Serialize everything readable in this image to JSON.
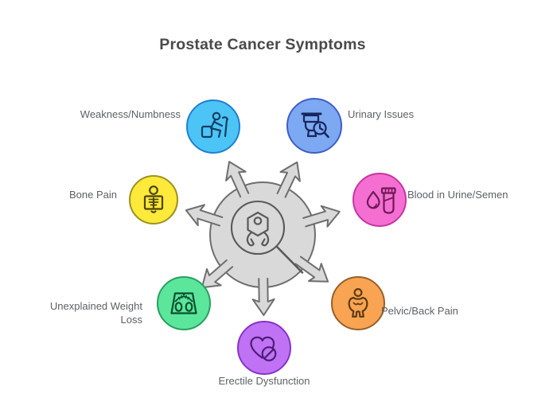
{
  "title": "Prostate Cancer Symptoms",
  "colors": {
    "background": "#ffffff",
    "title_color": "#4a4a4a",
    "label_color": "#5d6166",
    "hub_fill": "#d9d9d9",
    "hub_stroke": "#6e6e6e",
    "hub_icon_stroke": "#58595b"
  },
  "hub": {
    "icon": "magnifier-prostate-icon",
    "arrow_count": 7
  },
  "symptoms": [
    {
      "label": "Weakness/Numbness",
      "icon": "person-sitting-cane-icon",
      "fill": "#4cc4f5",
      "stroke": "#1f7fd0",
      "ink": "#123f63"
    },
    {
      "label": "Urinary Issues",
      "icon": "toilet-magnifier-icon",
      "fill": "#7da8f2",
      "stroke": "#3f5ec6",
      "ink": "#15265c"
    },
    {
      "label": "Bone Pain",
      "icon": "skeleton-xray-icon",
      "fill": "#ffe93a",
      "stroke": "#9b9220",
      "ink": "#4c450d"
    },
    {
      "label": "Blood in Urine/Semen",
      "icon": "blood-drop-test-tube-icon",
      "fill": "#f56fd3",
      "stroke": "#c535a2",
      "ink": "#701b55"
    },
    {
      "label": "Unexplained Weight Loss",
      "icon": "weight-scale-icon",
      "fill": "#5ce69c",
      "stroke": "#27a05f",
      "ink": "#0b4f2e"
    },
    {
      "label": "Pelvic/Back Pain",
      "icon": "person-front-icon",
      "fill": "#f8a452",
      "stroke": "#96602a",
      "ink": "#5e3a10"
    },
    {
      "label": "Erectile Dysfunction",
      "icon": "heart-pill-icon",
      "fill": "#bf72f4",
      "stroke": "#8633c9",
      "ink": "#4c1d75"
    }
  ]
}
